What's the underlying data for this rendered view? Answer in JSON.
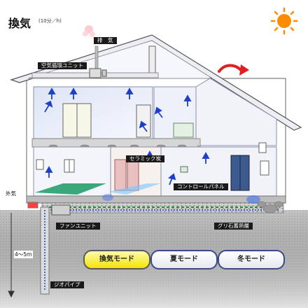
{
  "title": "換気",
  "subtitle": "(10分／h)",
  "labels": {
    "exhaust": "排　気",
    "air_unit": "空気循環ユニット",
    "ceramic": "セラミック炭",
    "control": "コントロールパネル",
    "outside_air": "外気",
    "fan_unit": "ファンユニット",
    "gravel": "グリ石蓄熱層",
    "depth": "4～5ｍ",
    "geo_pipe": "ジオパイプ"
  },
  "modes": [
    {
      "label": "換気モード",
      "active": true
    },
    {
      "label": "夏モード",
      "active": false
    },
    {
      "label": "冬モード",
      "active": false
    }
  ],
  "colors": {
    "active_mode": "#f4e400",
    "airflow": "#1f3fc8",
    "sun": "#ff8c00",
    "exhaust_arrow": "#e02020"
  }
}
